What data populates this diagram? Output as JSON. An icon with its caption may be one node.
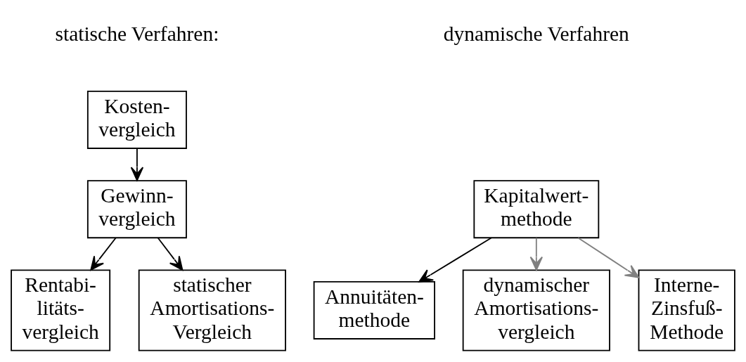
{
  "diagram": {
    "nodes": [
      {
        "text": [
          "Kosten- vergleich"
        ]
      },
      {
        "text": [
          "Gewinn- vergleich"
        ]
      },
      {
        "text": [
          "Rentabi- litäts- vergleich"
        ]
      },
      {
        "text": [
          "statischer Amortisations- Vergleich"
        ]
      },
      {
        "text": [
          "Kapitalwert- methode"
        ]
      },
      {
        "text": [
          "Annuitäten- methode"
        ]
      },
      {
        "text": [
          "dynamischer Amortisations- vergleich"
        ]
      },
      {
        "text": [
          "Interne- Zinsfuß- Methode"
        ]
      }
    ],
    "edges": [
      {
        "from": 0,
        "to": 1,
        "arrow": "to"
      },
      {
        "from": 1,
        "to": 2,
        "arrow": "to"
      },
      {
        "from": 1,
        "to": 3,
        "arrow": "to"
      },
      {
        "from": 4,
        "to": 5,
        "arrow": "to"
      },
      {
        "from": 4,
        "to": 6,
        "arrow": "to",
        "color": "#808080"
      },
      {
        "from": 4,
        "to": 7,
        "arrow": "to",
        "color": "#808080"
      }
    ],
    "labels": [
      "statische Verfahren:",
      "dynamische Verfahren"
    ]
  }
}
